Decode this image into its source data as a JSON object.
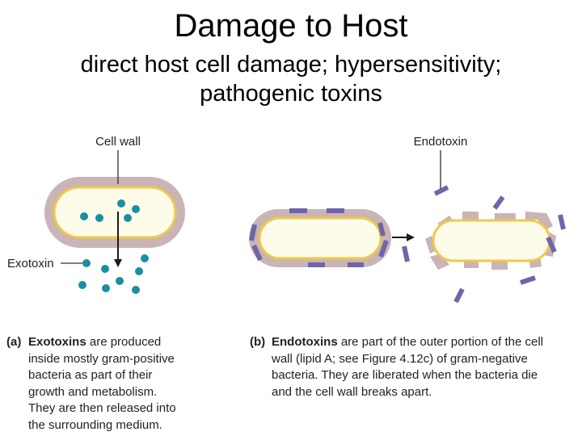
{
  "slide": {
    "title": "Damage to Host",
    "subtitle_line1": "direct host cell damage; hypersensitivity;",
    "subtitle_line2": "pathogenic toxins"
  },
  "figure": {
    "labels": {
      "cell_wall": "Cell wall",
      "exotoxin": "Exotoxin",
      "endotoxin": "Endotoxin"
    },
    "colors": {
      "cell_wall": "#c9b4b6",
      "membrane": "#f0c84a",
      "cytoplasm": "#fdfbe9",
      "exotoxin": "#1a8fa0",
      "endotoxin": "#6e66a8",
      "arrow": "#1a1a1a"
    }
  },
  "captions": {
    "a": {
      "label": "(a)",
      "bold": "Exotoxins",
      "line1": " are produced",
      "line2": "inside mostly gram-positive",
      "line3": "bacteria as part of their",
      "line4": "growth and metabolism.",
      "line5": "They are then released into",
      "line6": "the surrounding medium."
    },
    "b": {
      "label": "(b)",
      "bold": "Endotoxins",
      "line1": " are part of the outer portion of the cell",
      "line2": "wall (lipid A; see Figure 4.12c) of gram-negative",
      "line3": "bacteria.  They are liberated when the bacteria die",
      "line4": "and the cell wall breaks apart."
    }
  }
}
